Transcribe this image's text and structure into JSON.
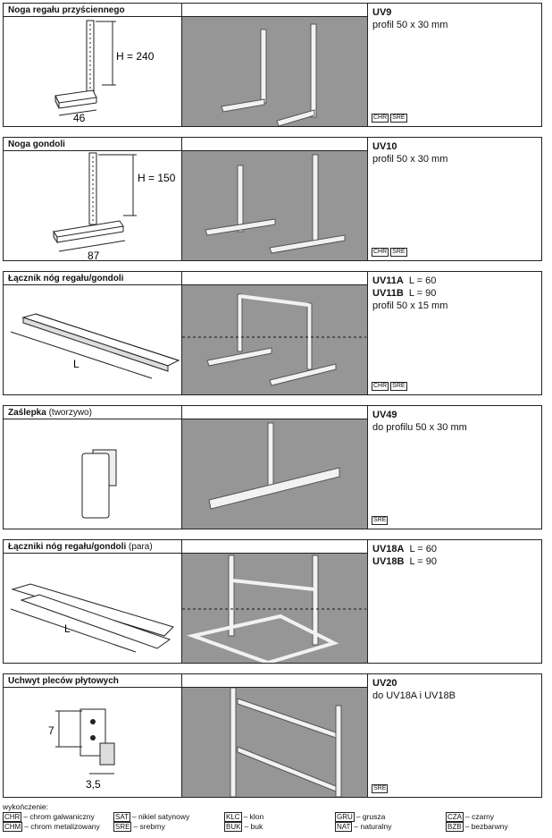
{
  "panels": [
    {
      "title": "Noga regału przyściennego",
      "title_sub": "",
      "codes": [
        {
          "code": "UV9",
          "len": ""
        }
      ],
      "desc": "profil 50 x 30 mm",
      "badges": [
        "CHR",
        "SRE"
      ],
      "dims": [
        "H = 240",
        "46"
      ]
    },
    {
      "title": "Noga gondoli",
      "title_sub": "",
      "codes": [
        {
          "code": "UV10",
          "len": ""
        }
      ],
      "desc": "profil 50 x 30 mm",
      "badges": [
        "CHR",
        "SRE"
      ],
      "dims": [
        "H = 150",
        "87"
      ]
    },
    {
      "title": "Łącznik nóg regału/gondoli",
      "title_sub": "",
      "codes": [
        {
          "code": "UV11A",
          "len": "L = 60"
        },
        {
          "code": "UV11B",
          "len": "L = 90"
        }
      ],
      "desc": "profil 50 x 15 mm",
      "badges": [
        "CHR",
        "SRE"
      ],
      "dims": [
        "L"
      ]
    },
    {
      "title": "Zaślepka",
      "title_sub": " (tworzywo)",
      "codes": [
        {
          "code": "UV49",
          "len": ""
        }
      ],
      "desc": "do profilu 50 x 30 mm",
      "badges": [
        "SRE"
      ],
      "dims": []
    },
    {
      "title": "Łączniki nóg regału/gondoli",
      "title_sub": " (para)",
      "codes": [
        {
          "code": "UV18A",
          "len": "L = 60"
        },
        {
          "code": "UV18B",
          "len": "L = 90"
        }
      ],
      "desc": "",
      "badges": [],
      "dims": [
        "L"
      ]
    },
    {
      "title": "Uchwyt pleców płytowych",
      "title_sub": "",
      "codes": [
        {
          "code": "UV20",
          "len": ""
        }
      ],
      "desc": "do UV18A i UV18B",
      "badges": [
        "SRE"
      ],
      "dims": [
        "7",
        "3,5"
      ]
    }
  ],
  "legend": {
    "heading": "wykończenie:",
    "items": [
      {
        "abbr": "CHR",
        "text": "– chrom galwaniczny"
      },
      {
        "abbr": "SAT",
        "text": "– nikiel satynowy"
      },
      {
        "abbr": "KLC",
        "text": "– klon"
      },
      {
        "abbr": "GRU",
        "text": "– grusza"
      },
      {
        "abbr": "CZA",
        "text": "– czarny"
      },
      {
        "abbr": "CHM",
        "text": "– chrom metalizowany"
      },
      {
        "abbr": "SRE",
        "text": "– srebrny"
      },
      {
        "abbr": "BUK",
        "text": "– buk"
      },
      {
        "abbr": "NAT",
        "text": "– naturalny"
      },
      {
        "abbr": "BZB",
        "text": "– bezbarwny"
      }
    ]
  }
}
